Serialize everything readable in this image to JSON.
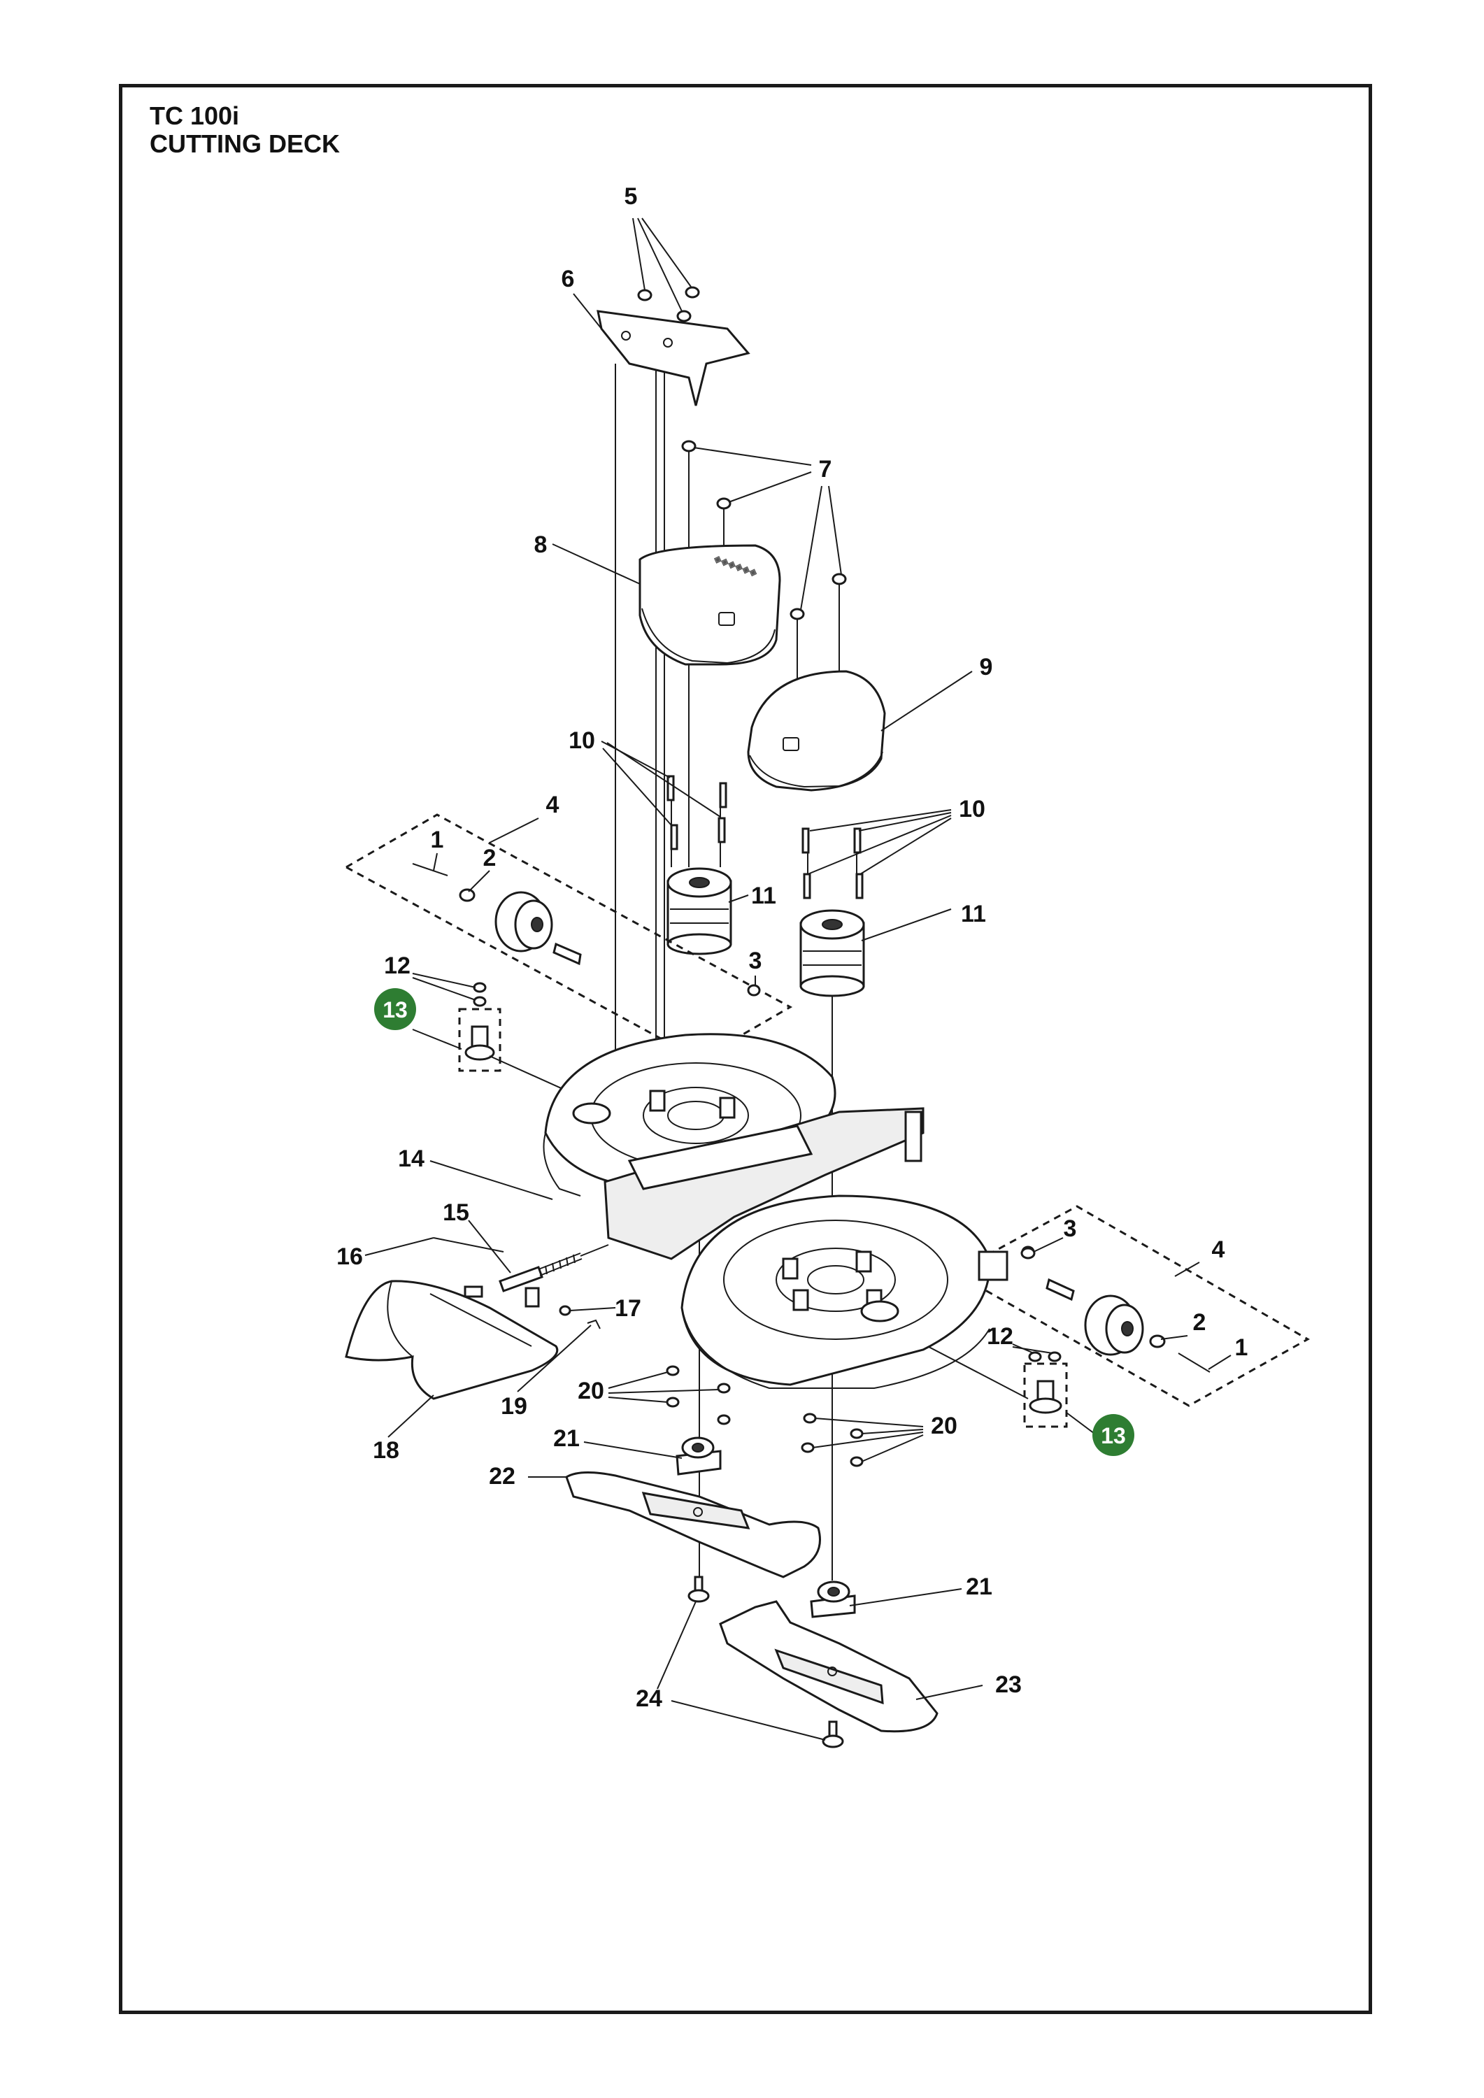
{
  "document": {
    "model": "TC 100i",
    "section": "CUTTING DECK"
  },
  "colors": {
    "highlight": "#2e7d32",
    "line": "#1a1a1a"
  },
  "callouts": {
    "c1a": "1",
    "c1b": "1",
    "c2a": "2",
    "c2b": "2",
    "c3a": "3",
    "c3b": "3",
    "c4a": "4",
    "c4b": "4",
    "c5": "5",
    "c6": "6",
    "c7": "7",
    "c8": "8",
    "c9": "9",
    "c10a": "10",
    "c10b": "10",
    "c11a": "11",
    "c11b": "11",
    "c12a": "12",
    "c12b": "12",
    "c13a": "13",
    "c13b": "13",
    "c14": "14",
    "c15": "15",
    "c16": "16",
    "c17": "17",
    "c18": "18",
    "c19": "19",
    "c20a": "20",
    "c20b": "20",
    "c21a": "21",
    "c21b": "21",
    "c22": "22",
    "c23": "23",
    "c24": "24"
  }
}
